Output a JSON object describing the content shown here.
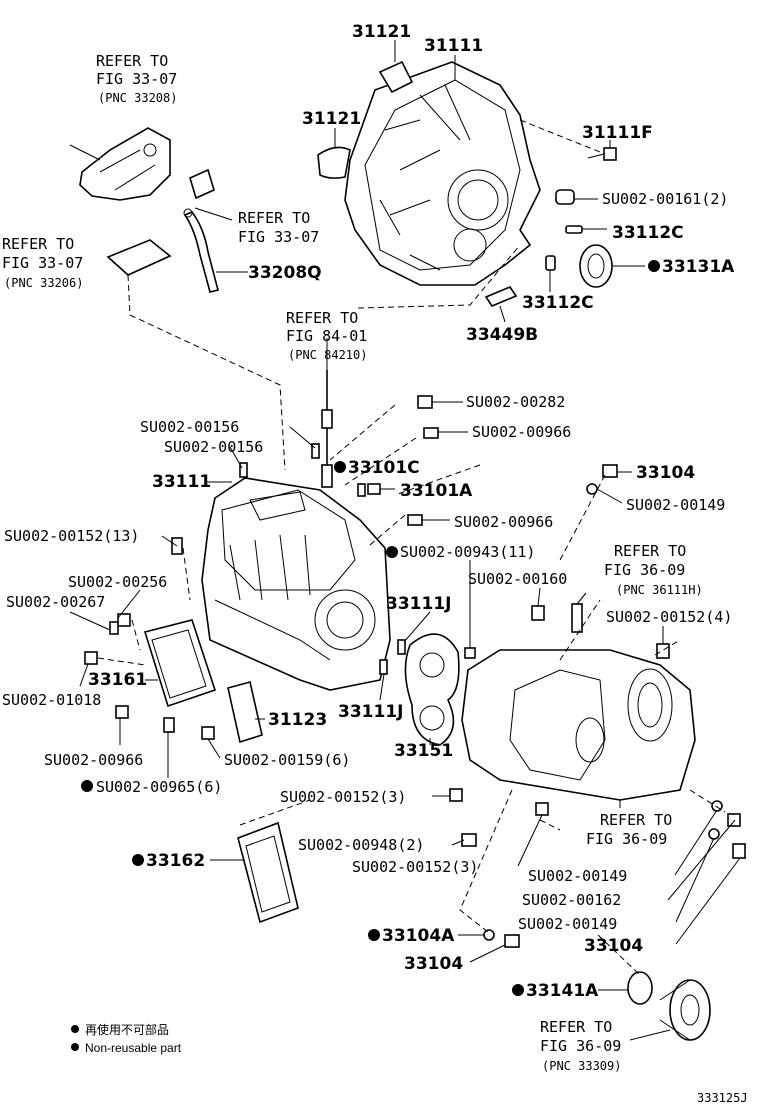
{
  "diagram": {
    "figure_code": "333125J",
    "legend": {
      "reuse_jp": "再使用不可部品",
      "reuse_en": "Non-reusable part"
    },
    "labels": {
      "p31121_top": "31121",
      "p31111_top": "31111",
      "p31121_left": "31121",
      "p31111F": "31111F",
      "su161": "SU002-00161(2)",
      "p33112C_a": "33112C",
      "p33131A": "33131A",
      "p33112C_b": "33112C",
      "p33449B": "33449B",
      "ref_33_07_a_1": "REFER TO",
      "ref_33_07_a_2": "FIG 33-07",
      "ref_33_07_a_3": "(PNC 33208)",
      "ref_33_07_b_1": "REFER TO",
      "ref_33_07_b_2": "FIG 33-07",
      "p33208Q": "33208Q",
      "ref_33_07_c_1": "REFER TO",
      "ref_33_07_c_2": "FIG 33-07",
      "ref_33_07_c_3": "(PNC 33206)",
      "ref_84_01_1": "REFER TO",
      "ref_84_01_2": "FIG 84-01",
      "ref_84_01_3": "(PNC 84210)",
      "su282": "SU002-00282",
      "su966_a": "SU002-00966",
      "su156_a": "SU002-00156",
      "su156_b": "SU002-00156",
      "p33101C": "33101C",
      "p33111_mid": "33111",
      "p33101A": "33101A",
      "p33104_a": "33104",
      "su149_a": "SU002-00149",
      "su966_b": "SU002-00966",
      "su152_13": "SU002-00152(13)",
      "su943": "SU002-00943(11)",
      "ref_36_09_a_1": "REFER TO",
      "ref_36_09_a_2": "FIG 36-09",
      "ref_36_09_a_3": "(PNC 36111H)",
      "su256": "SU002-00256",
      "su267": "SU002-00267",
      "su160": "SU002-00160",
      "p33111J_a": "33111J",
      "su152_4": "SU002-00152(4)",
      "p33161": "33161",
      "su1018": "SU002-01018",
      "p31123": "31123",
      "p33111J_b": "33111J",
      "p33151": "33151",
      "su966_c": "SU002-00966",
      "su159": "SU002-00159(6)",
      "su965": "SU002-00965(6)",
      "su152_3a": "SU002-00152(3)",
      "ref_36_09_b_1": "REFER TO",
      "ref_36_09_b_2": "FIG 36-09",
      "p33162": "33162",
      "su948": "SU002-00948(2)",
      "su152_3b": "SU002-00152(3)",
      "su149_b": "SU002-00149",
      "su162": "SU002-00162",
      "su149_c": "SU002-00149",
      "p33104A": "33104A",
      "p33104_b": "33104",
      "p33104_c": "33104",
      "p33141A": "33141A",
      "ref_36_09_c_1": "REFER TO",
      "ref_36_09_c_2": "FIG 36-09",
      "ref_36_09_c_3": "(PNC 33309)"
    }
  }
}
